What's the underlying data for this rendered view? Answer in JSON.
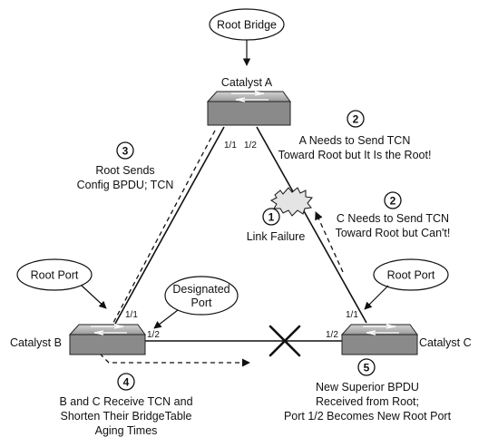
{
  "callouts": {
    "root_bridge": "Root Bridge",
    "root_port_b": "Root Port",
    "root_port_c": "Root Port",
    "designated_port_line1": "Designated",
    "designated_port_line2": "Port"
  },
  "switches": {
    "a": "Catalyst A",
    "b": "Catalyst B",
    "c": "Catalyst C"
  },
  "ports": {
    "a_left": "1/1",
    "a_right": "1/2",
    "b_top": "1/1",
    "b_right": "1/2",
    "c_top": "1/1",
    "c_left": "1/2"
  },
  "steps": [
    {
      "num": "1",
      "lines": [
        "Link Failure"
      ]
    },
    {
      "num": "2",
      "lines": [
        "A Needs to Send TCN",
        "Toward Root but It Is the Root!"
      ]
    },
    {
      "num": "2",
      "lines": [
        "C Needs to Send TCN",
        "Toward Root but Can't!"
      ]
    },
    {
      "num": "3",
      "lines": [
        "Root Sends",
        "Config BPDU; TCN"
      ]
    },
    {
      "num": "4",
      "lines": [
        "B and C Receive TCN and",
        "Shorten Their BridgeTable",
        "Aging Times"
      ]
    },
    {
      "num": "5",
      "lines": [
        "New Superior BPDU",
        "Received from Root;",
        "Port 1/2 Becomes New Root Port"
      ]
    }
  ]
}
